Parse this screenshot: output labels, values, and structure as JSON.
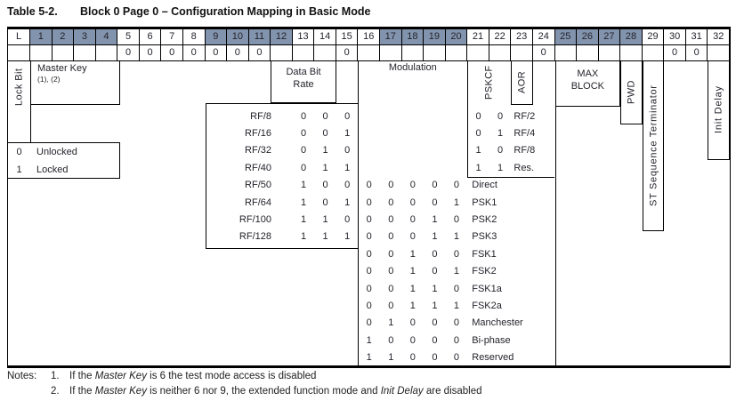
{
  "title": {
    "label": "Table 5-2.",
    "text": "Block 0 Page 0 – Configuration Mapping in Basic Mode"
  },
  "header": {
    "l_label": "L",
    "bits": [
      "1",
      "2",
      "3",
      "4",
      "5",
      "6",
      "7",
      "8",
      "9",
      "10",
      "11",
      "12",
      "13",
      "14",
      "15",
      "16",
      "17",
      "18",
      "19",
      "20",
      "21",
      "22",
      "23",
      "24",
      "25",
      "26",
      "27",
      "28",
      "29",
      "30",
      "31",
      "32"
    ],
    "shaded_ranges": [
      [
        1,
        4
      ],
      [
        9,
        12
      ],
      [
        17,
        20
      ],
      [
        25,
        28
      ]
    ],
    "shade_color": "#8293ad"
  },
  "fixed_values": {
    "5": "0",
    "6": "0",
    "7": "0",
    "8": "0",
    "9": "0",
    "10": "0",
    "11": "0",
    "15": "0",
    "24": "0",
    "30": "0",
    "31": "0"
  },
  "lock_bit": {
    "label": "Lock Bit",
    "legend": [
      {
        "value": "0",
        "label": "Unlocked"
      },
      {
        "value": "1",
        "label": "Locked"
      }
    ]
  },
  "master_key": {
    "line1": "Master Key",
    "line2": "(1), (2)"
  },
  "data_bit_rate": {
    "label_line1": "Data Bit",
    "label_line2": "Rate",
    "rows": [
      {
        "label": "RF/8",
        "bits": [
          "0",
          "0",
          "0"
        ]
      },
      {
        "label": "RF/16",
        "bits": [
          "0",
          "0",
          "1"
        ]
      },
      {
        "label": "RF/32",
        "bits": [
          "0",
          "1",
          "0"
        ]
      },
      {
        "label": "RF/40",
        "bits": [
          "0",
          "1",
          "1"
        ]
      },
      {
        "label": "RF/50",
        "bits": [
          "1",
          "0",
          "0"
        ]
      },
      {
        "label": "RF/64",
        "bits": [
          "1",
          "0",
          "1"
        ]
      },
      {
        "label": "RF/100",
        "bits": [
          "1",
          "1",
          "0"
        ]
      },
      {
        "label": "RF/128",
        "bits": [
          "1",
          "1",
          "1"
        ]
      }
    ]
  },
  "modulation": {
    "label": "Modulation",
    "rows": [
      {
        "bits": [
          "0",
          "0",
          "0",
          "0",
          "0"
        ],
        "label": "Direct"
      },
      {
        "bits": [
          "0",
          "0",
          "0",
          "0",
          "1"
        ],
        "label": "PSK1"
      },
      {
        "bits": [
          "0",
          "0",
          "0",
          "1",
          "0"
        ],
        "label": "PSK2"
      },
      {
        "bits": [
          "0",
          "0",
          "0",
          "1",
          "1"
        ],
        "label": "PSK3"
      },
      {
        "bits": [
          "0",
          "0",
          "1",
          "0",
          "0"
        ],
        "label": "FSK1"
      },
      {
        "bits": [
          "0",
          "0",
          "1",
          "0",
          "1"
        ],
        "label": "FSK2"
      },
      {
        "bits": [
          "0",
          "0",
          "1",
          "1",
          "0"
        ],
        "label": "FSK1a"
      },
      {
        "bits": [
          "0",
          "0",
          "1",
          "1",
          "1"
        ],
        "label": "FSK2a"
      },
      {
        "bits": [
          "0",
          "1",
          "0",
          "0",
          "0"
        ],
        "label": "Manchester"
      },
      {
        "bits": [
          "1",
          "0",
          "0",
          "0",
          "0"
        ],
        "label": "Bi-phase"
      },
      {
        "bits": [
          "1",
          "1",
          "0",
          "0",
          "0"
        ],
        "label": "Reserved"
      }
    ]
  },
  "pskcf": {
    "label": "PSKCF",
    "rows": [
      {
        "bits": [
          "0",
          "0"
        ],
        "label": "RF/2"
      },
      {
        "bits": [
          "0",
          "1"
        ],
        "label": "RF/4"
      },
      {
        "bits": [
          "1",
          "0"
        ],
        "label": "RF/8"
      },
      {
        "bits": [
          "1",
          "1"
        ],
        "label": "Res."
      }
    ]
  },
  "aor": {
    "label": "AOR"
  },
  "max_block": {
    "line1": "MAX",
    "line2": "BLOCK"
  },
  "pwd": {
    "label": "PWD"
  },
  "st_terminator": {
    "label": "ST Sequence Terminator"
  },
  "init_delay": {
    "label": "Init Delay"
  },
  "notes": {
    "label": "Notes:",
    "items": [
      {
        "num": "1.",
        "parts": [
          {
            "t": "If the "
          },
          {
            "t": "Master Key",
            "i": true
          },
          {
            "t": " is 6 the test mode access is disabled"
          }
        ]
      },
      {
        "num": "2.",
        "parts": [
          {
            "t": "If the "
          },
          {
            "t": "Master Key",
            "i": true
          },
          {
            "t": " is neither 6 nor 9, the extended function mode and "
          },
          {
            "t": "Init Delay",
            "i": true
          },
          {
            "t": " are disabled"
          }
        ]
      }
    ]
  }
}
